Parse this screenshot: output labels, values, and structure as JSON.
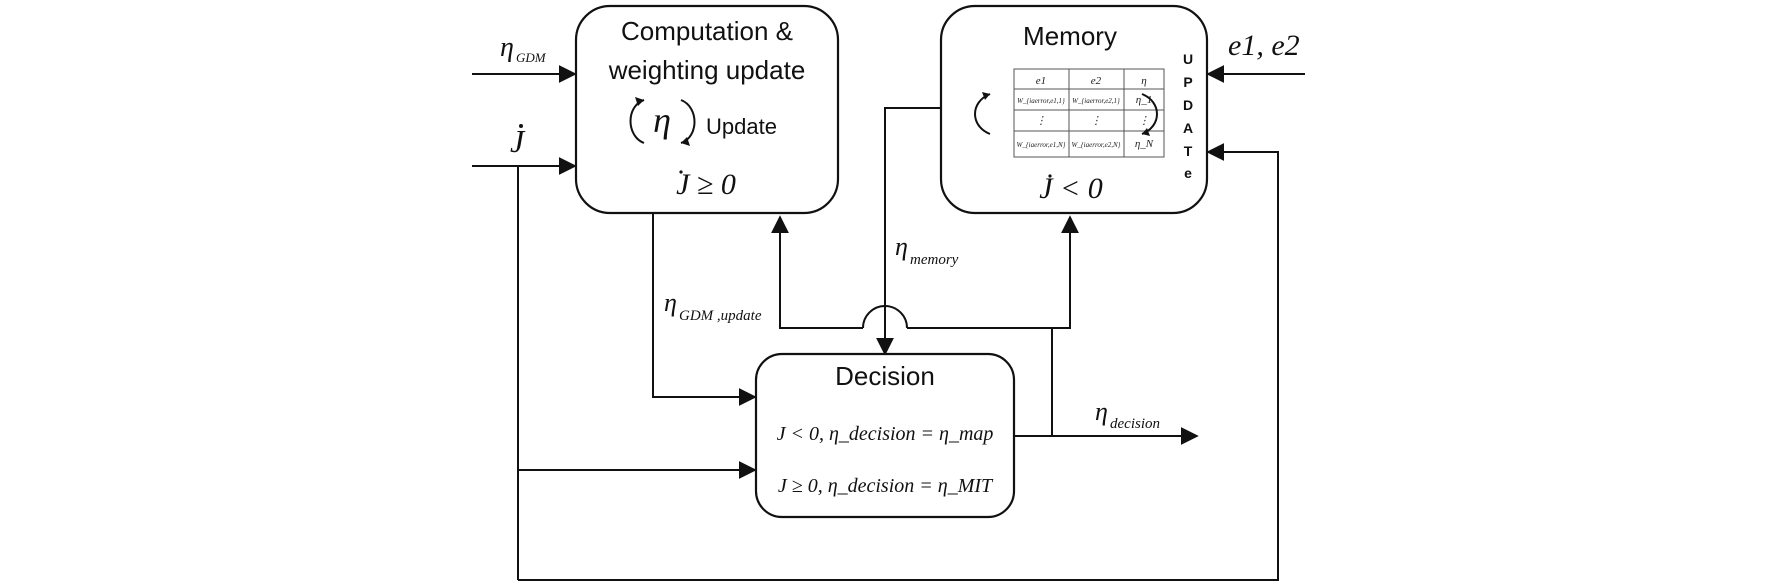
{
  "blocks": {
    "computation": {
      "title_line1": "Computation &",
      "title_line2": "weighting update",
      "update_label": "Update",
      "eta_symbol": "η",
      "condition": "J ≥ 0"
    },
    "memory": {
      "title": "Memory",
      "condition": "J < 0",
      "side_label": [
        "U",
        "P",
        "D",
        "A",
        "T",
        "e"
      ],
      "table": {
        "headers": [
          "e1",
          "e2",
          "η"
        ],
        "rows": [
          [
            "W_{iaerror,e1,1}",
            "W_{iaerror,e2,1}",
            "η_1"
          ],
          [
            "⋮",
            "⋮",
            "⋮"
          ],
          [
            "W_{iaerror,e1,N}",
            "W_{iaerror,e2,N}",
            "η_N"
          ]
        ]
      }
    },
    "decision": {
      "title": "Decision",
      "rule1": "J < 0, η_decision = η_map",
      "rule2": "J ≥ 0, η_decision = η_MIT"
    }
  },
  "signals": {
    "eta_gdm": {
      "base": "η",
      "sub": "GDM"
    },
    "j_dot": {
      "base": "J"
    },
    "errors": "e1, e2",
    "eta_memory": {
      "base": "η",
      "sub": "memory"
    },
    "eta_gdm_update": {
      "base": "η",
      "sub": "GDM ,update"
    },
    "eta_decision": {
      "base": "η",
      "sub": "decision"
    }
  },
  "colors": {
    "stroke": "#111111",
    "background": "#ffffff"
  }
}
